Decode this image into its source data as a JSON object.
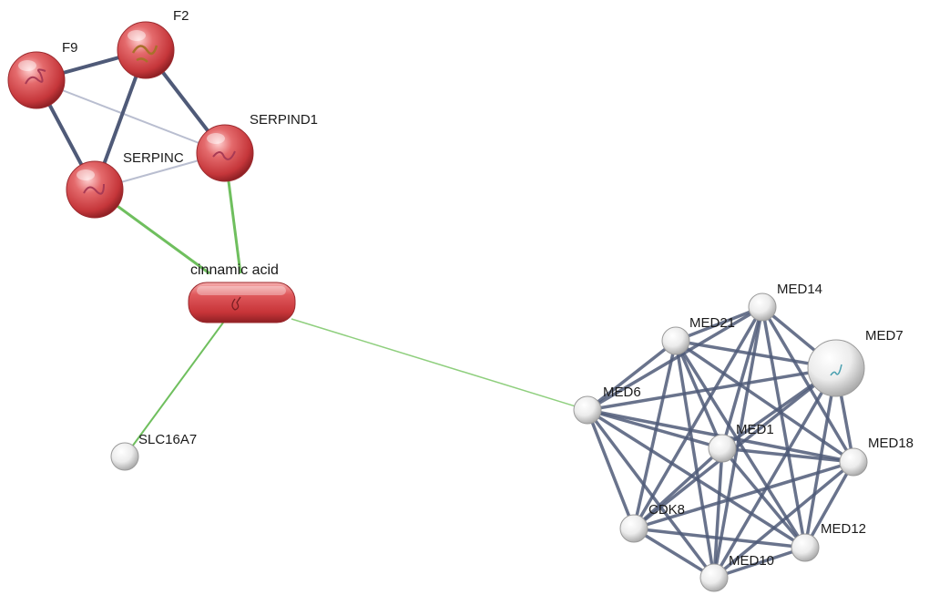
{
  "network": {
    "nodes": {
      "f9": {
        "label": "F9",
        "type": "red-protein"
      },
      "f2": {
        "label": "F2",
        "type": "red-protein"
      },
      "serpind1": {
        "label": "SERPIND1",
        "type": "red-protein"
      },
      "serpinc": {
        "label": "SERPINC",
        "type": "red-protein"
      },
      "cinnamic": {
        "label": "cinnamic acid",
        "type": "red-compound"
      },
      "slc16a7": {
        "label": "SLC16A7",
        "type": "grey-protein"
      },
      "med14": {
        "label": "MED14",
        "type": "grey-protein"
      },
      "med21": {
        "label": "MED21",
        "type": "grey-protein"
      },
      "med7": {
        "label": "MED7",
        "type": "grey-protein-structure"
      },
      "med6": {
        "label": "MED6",
        "type": "grey-protein"
      },
      "med1": {
        "label": "MED1",
        "type": "grey-protein"
      },
      "med18": {
        "label": "MED18",
        "type": "grey-protein"
      },
      "cdk8": {
        "label": "CDK8",
        "type": "grey-protein"
      },
      "med12": {
        "label": "MED12",
        "type": "grey-protein"
      },
      "med10": {
        "label": "MED10",
        "type": "grey-protein"
      }
    },
    "edge_colors": {
      "protein": "#4f5a78",
      "weak": "#b9bed0",
      "chemical": "#6fbf5e"
    },
    "node_colors": {
      "red": "#d9474b",
      "grey": "#e6e6e6"
    }
  }
}
